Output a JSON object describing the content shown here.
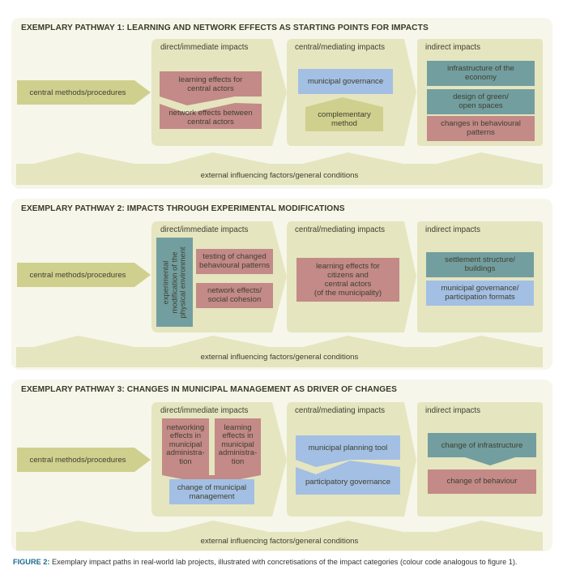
{
  "colors": {
    "panel_bg": "#f6f6ea",
    "stage_bg": "#e5e5c0",
    "methods_arrow": "#cfd08e",
    "pink": "#c38a87",
    "teal": "#729e9f",
    "blue": "#a3bfe3",
    "olive_box": "#cfd08e",
    "caption_accent": "#1b6b8d"
  },
  "common": {
    "central_methods": "central methods/procedures",
    "direct_header": "direct/immediate impacts",
    "central_header": "central/mediating impacts",
    "indirect_header": "indirect impacts",
    "external": "external influencing factors/general conditions"
  },
  "pathways": [
    {
      "title": "EXEMPLARY PATHWAY 1: LEARNING AND NETWORK EFFECTS AS STARTING POINTS FOR IMPACTS",
      "direct": [
        {
          "text": "learning effects for\ncentral actors",
          "color": "pink"
        },
        {
          "text": "network effects between\ncentral actors",
          "color": "pink"
        }
      ],
      "central": [
        {
          "text": "municipal governance",
          "color": "blue"
        },
        {
          "text": "complementary\nmethod",
          "color": "olive"
        }
      ],
      "indirect": [
        {
          "text": "infrastructure of the\neconomy",
          "color": "teal"
        },
        {
          "text": "design of green/\nopen spaces",
          "color": "teal"
        },
        {
          "text": "changes in behavioural\npatterns",
          "color": "pink"
        }
      ]
    },
    {
      "title": "EXEMPLARY PATHWAY 2: IMPACTS THROUGH EXPERIMENTAL MODIFICATIONS",
      "direct": [
        {
          "text": "experimental\nmodification of the\nphysical environment",
          "color": "teal"
        },
        {
          "text": "testing of changed\nbehavioural patterns",
          "color": "pink"
        },
        {
          "text": "network effects/\nsocial cohesion",
          "color": "pink"
        }
      ],
      "central": [
        {
          "text": "learning effects for\ncitizens and\ncentral actors\n(of the municipality)",
          "color": "pink"
        }
      ],
      "indirect": [
        {
          "text": "settlement structure/\nbuildings",
          "color": "teal"
        },
        {
          "text": "municipal governance/\nparticipation formats",
          "color": "blue"
        }
      ]
    },
    {
      "title": "EXEMPLARY PATHWAY 3: CHANGES IN MUNICIPAL MANAGEMENT AS DRIVER OF CHANGES",
      "direct": [
        {
          "text": "networking\neffects in\nmunicipal\nadministra-\ntion",
          "color": "pink"
        },
        {
          "text": "learning\neffects in\nmunicipal\nadministra-\ntion",
          "color": "pink"
        },
        {
          "text": "change of municipal\nmanagement",
          "color": "blue"
        }
      ],
      "central": [
        {
          "text": "municipal planning tool",
          "color": "blue"
        },
        {
          "text": "participatory governance",
          "color": "blue"
        }
      ],
      "indirect": [
        {
          "text": "change of infrastructure",
          "color": "teal"
        },
        {
          "text": "change of behaviour",
          "color": "pink"
        }
      ]
    }
  ],
  "caption": {
    "label": "FIGURE 2:",
    "text": " Exemplary impact paths in real-world lab projects, illustrated with concretisations of the impact categories (colour code analogous to figure 1)."
  }
}
